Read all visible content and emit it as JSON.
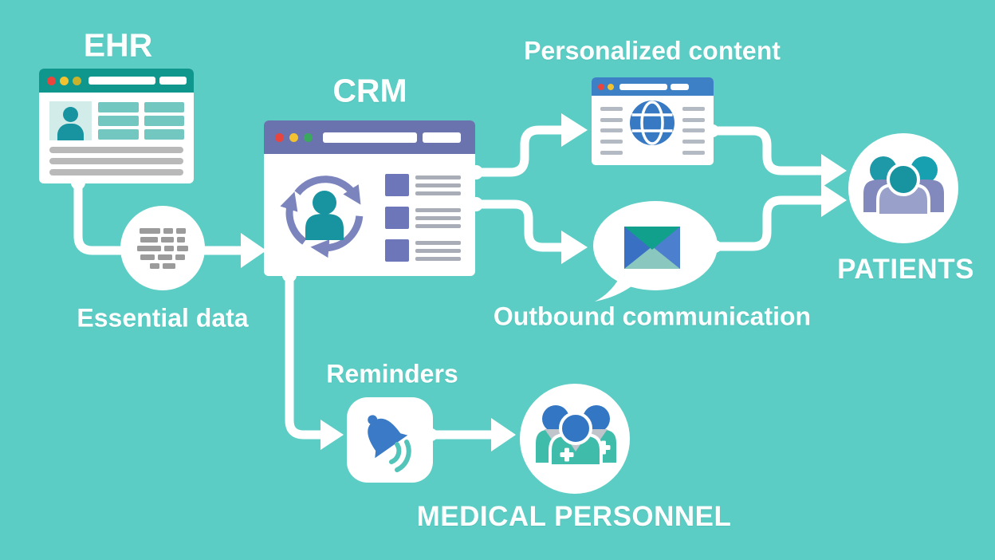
{
  "diagram": {
    "background_color": "#5BCDC5",
    "nodes": {
      "ehr": {
        "label": "EHR",
        "icon": "ehr-browser-window-icon",
        "header_color": "#0F978D"
      },
      "essential_data": {
        "label": "Essential data",
        "icon": "data-lines-icon"
      },
      "crm": {
        "label": "CRM",
        "icon": "crm-browser-window-icon",
        "header_color": "#6A73AE"
      },
      "personalized_content": {
        "label": "Personalized content",
        "icon": "globe-browser-window-icon",
        "header_color": "#3D80C6"
      },
      "outbound_communication": {
        "label": "Outbound communication",
        "icon": "envelope-speech-bubble-icon"
      },
      "patients": {
        "label": "PATIENTS",
        "icon": "patients-group-icon"
      },
      "reminders": {
        "label": "Reminders",
        "icon": "notification-bell-icon"
      },
      "medical_personnel": {
        "label": "MEDICAL PERSONNEL",
        "icon": "medical-team-icon"
      }
    },
    "edges": [
      {
        "from": "ehr",
        "to": "essential_data"
      },
      {
        "from": "essential_data",
        "to": "crm"
      },
      {
        "from": "crm",
        "to": "personalized_content"
      },
      {
        "from": "crm",
        "to": "outbound_communication"
      },
      {
        "from": "crm",
        "to": "reminders"
      },
      {
        "from": "personalized_content",
        "to": "patients"
      },
      {
        "from": "outbound_communication",
        "to": "patients"
      },
      {
        "from": "reminders",
        "to": "medical_personnel"
      }
    ],
    "colors": {
      "connector": "#FFFFFF",
      "label_text": "#FDFFFF",
      "window_dot_red": "#E8453F",
      "window_dot_yellow": "#F2C230",
      "window_dot_green": "#3AA95E",
      "ehr_teal_bars": "#72C7C0",
      "gray_bars": "#B9B9B9",
      "person_teal": "#17949F",
      "sync_arrows_purple": "#7B84BD",
      "crm_list_square": "#6C76B8",
      "globe_blue": "#3779C3",
      "envelope_blue": "#3A70C4",
      "envelope_flap_teal": "#10A08C",
      "patients_body_purple": "#8289BD",
      "bell_blue": "#3B7AC6",
      "bell_waves_teal": "#52C4BA",
      "medical_body_teal": "#40BCAB",
      "medical_head_blue": "#3377C4"
    }
  }
}
